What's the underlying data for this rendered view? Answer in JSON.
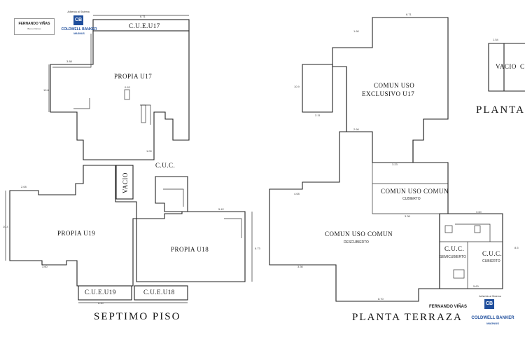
{
  "labels": {
    "cue_u17_top": "C.U.E.U17",
    "propia_u17": "PROPIA U17",
    "cuc_left": "C.U.C.",
    "vacio_left": "VACIO",
    "propia_u19": "PROPIA U19",
    "propia_u18": "PROPIA U18",
    "cue_u19": "C.U.E.U19",
    "cue_u18": "C.U.E.U18",
    "comun_uso": "COMUN USO",
    "exclusivo_u17": "EXCLUSIVO U17",
    "comun_uso_comun_cub": "COMUN USO COMUN",
    "cubierto": "CUBIERTO",
    "comun_uso_comun_desc": "COMUN USO COMUN",
    "descubierto": "DESCUBIERTO",
    "cuc_semi": "C.U.C.",
    "semicubierto": "SEMICUBIERTO",
    "cuc_cub": "C.U.C.",
    "cubierto2": "CUBIERTO",
    "vacio_right": "VACIO",
    "right_c": "C"
  },
  "titles": {
    "septimo": "SEPTIMO PISO",
    "terraza": "PLANTA TERRAZA",
    "planta_cut": "PLANTA"
  },
  "branding": {
    "fv_name": "FERNANDO VIÑAS",
    "fv_sub": "Bienes Raíces",
    "adherido": "Adherido al Sistema",
    "cb_name": "COLDWELL BANKER",
    "cb_sub": "MAGNUS",
    "fv_name_2": "FERNANDO VIÑAS",
    "adherido_2": "Adherido al Sistema",
    "cb_name_2": "COLDWELL BANKER",
    "cb_sub_2": "MAGNUS"
  },
  "colors": {
    "brand_blue": "#1f4e9c",
    "line": "#222222"
  }
}
